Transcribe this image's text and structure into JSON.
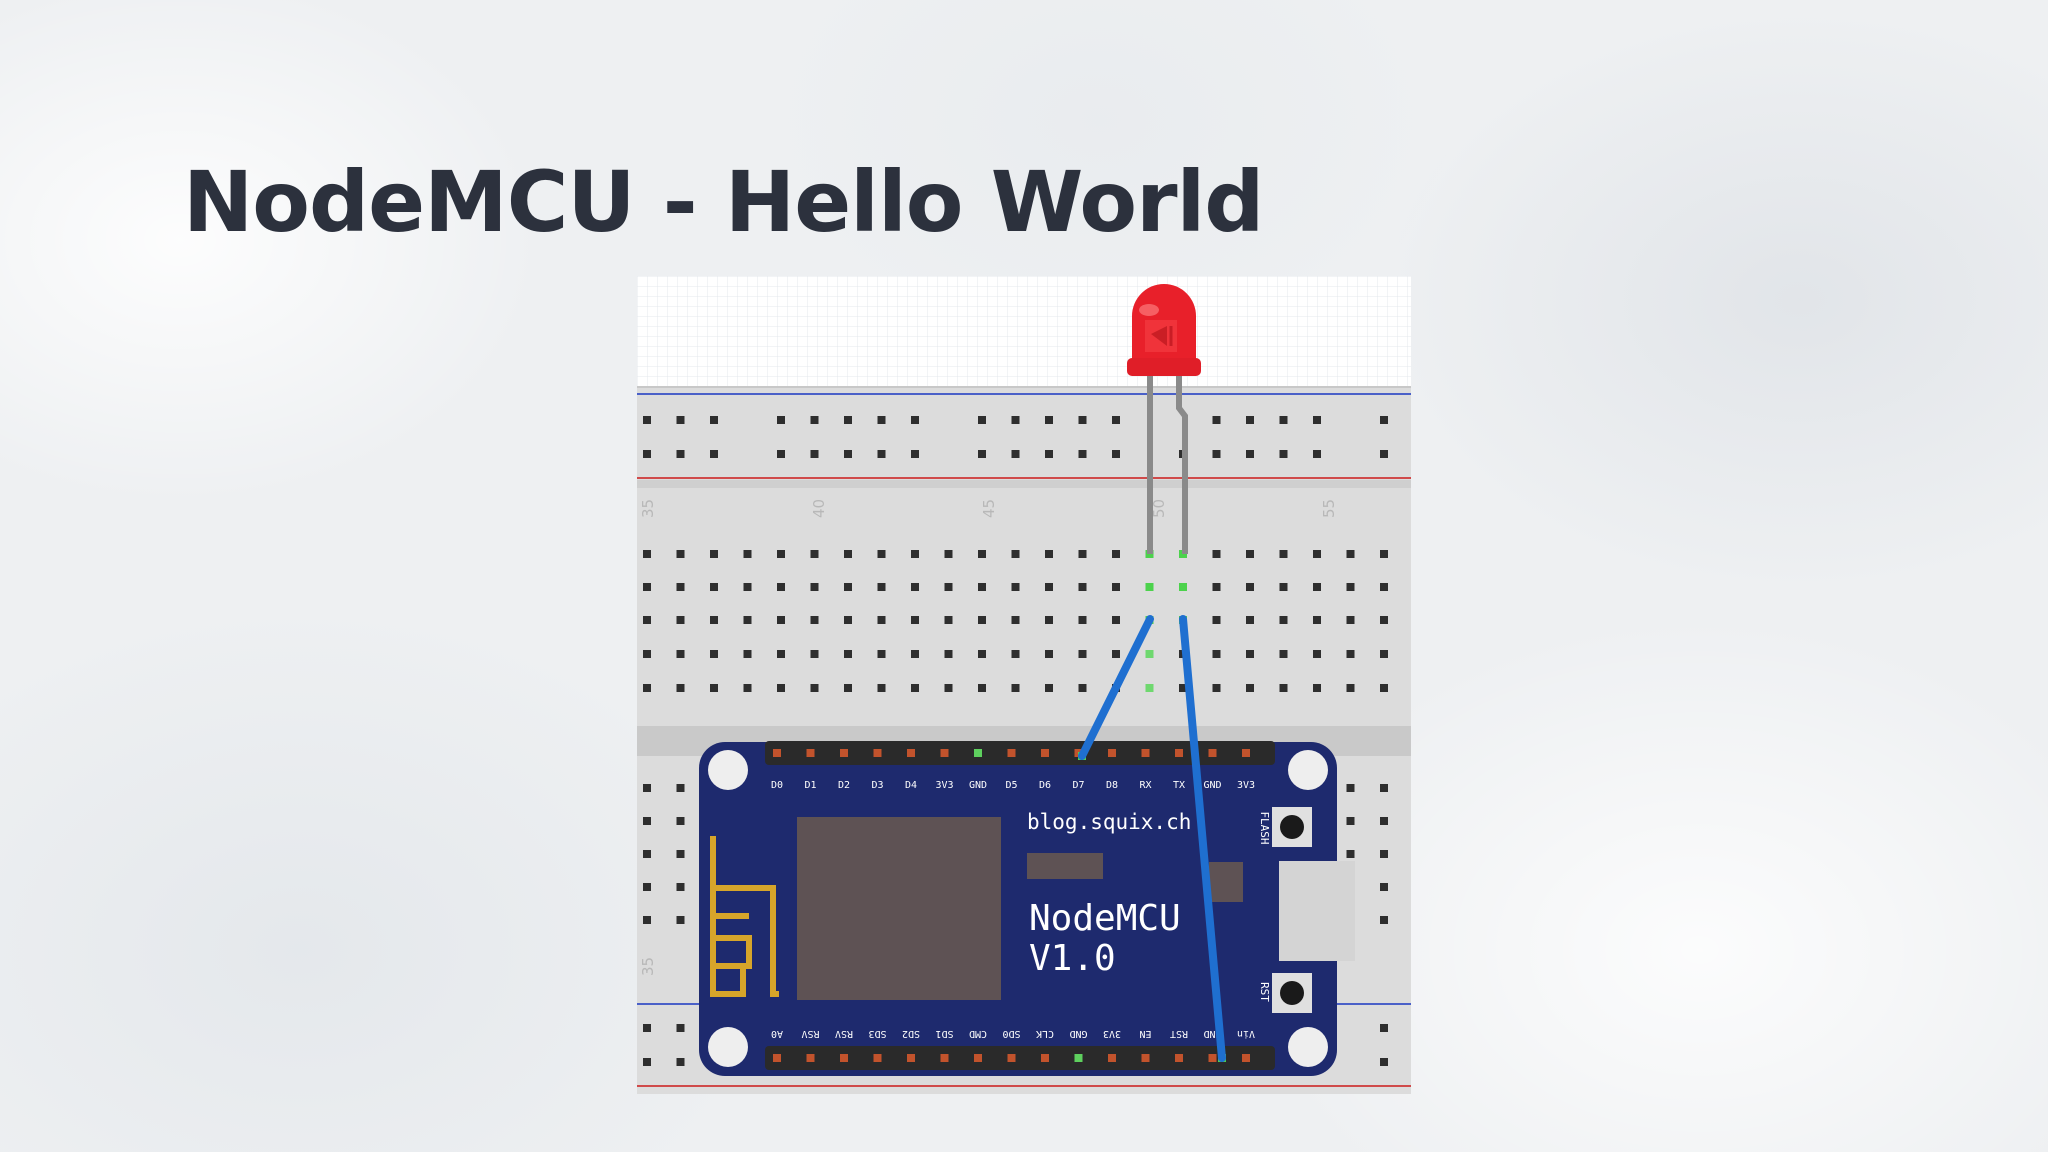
{
  "slide": {
    "title": "NodeMCU - Hello World"
  },
  "breadboard": {
    "column_numbers": [
      "35",
      "40",
      "45",
      "50",
      "55"
    ],
    "lower_column_numbers": [
      "35"
    ]
  },
  "board": {
    "name_line1": "NodeMCU",
    "name_line2": "V1.0",
    "watermark": "blog.squix.ch",
    "flash_label": "FLASH",
    "rst_label": "RST",
    "top_pins": [
      "D0",
      "D1",
      "D2",
      "D3",
      "D4",
      "3V3",
      "GND",
      "D5",
      "D6",
      "D7",
      "D8",
      "RX",
      "TX",
      "GND",
      "3V3"
    ],
    "bottom_pins": [
      "A0",
      "RSV",
      "RSV",
      "SD3",
      "SD2",
      "SD1",
      "CMD",
      "SD0",
      "CLK",
      "GND",
      "3V3",
      "EN",
      "RST",
      "GND",
      "Vin"
    ]
  },
  "wires": [
    {
      "from": "D7",
      "to": "LED anode row",
      "color": "#1f6fd0"
    },
    {
      "from": "GND",
      "to": "LED cathode row",
      "color": "#1f6fd0"
    }
  ],
  "colors": {
    "led": "#e8202a",
    "board": "#1e2a6e",
    "wire": "#1f6fd0",
    "connected_hole": "#4cd24c"
  }
}
